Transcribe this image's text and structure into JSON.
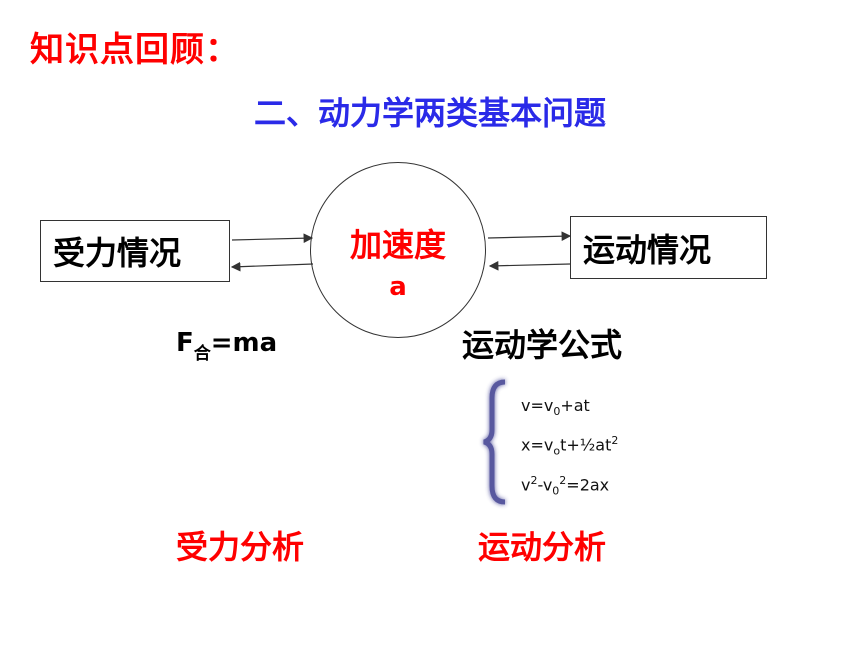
{
  "title": "知识点回顾：",
  "subtitle": "二、动力学两类基本问题",
  "left_box": "受力情况",
  "right_box": "运动情况",
  "center": {
    "label": "加速度",
    "symbol": "a"
  },
  "newton_law": {
    "prefix": "F",
    "subscript": "合",
    "suffix": "=ma"
  },
  "kinematics_title": "运动学公式",
  "equations": [
    {
      "base1": "v=v",
      "sub1": "0",
      "rest": "+at"
    },
    {
      "base1": "x=v",
      "sub1": "o",
      "rest": "t+½at",
      "sup": "2"
    },
    {
      "base1": "v",
      "sup1": "2",
      "mid": "-v",
      "sub1": "0",
      "sup2": "2",
      "rest": "=2ax"
    }
  ],
  "force_analysis": "受力分析",
  "motion_analysis": "运动分析",
  "colors": {
    "red": "#ff0000",
    "blue": "#2a2ae8",
    "brace": "#3b3b8f"
  }
}
